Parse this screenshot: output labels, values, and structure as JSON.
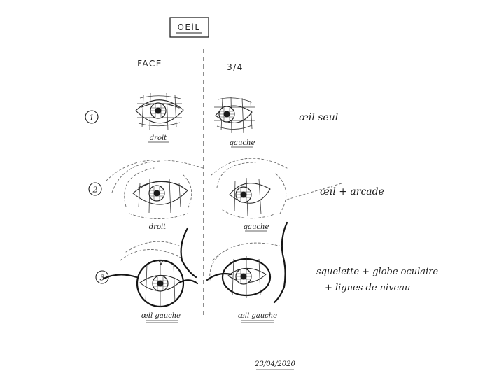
{
  "title": "OEiL",
  "columns": {
    "face": "FACE",
    "three_quarter": "3/4"
  },
  "rows": [
    {
      "number": "1",
      "face_caption": "droit",
      "side_caption": "gauche",
      "note": "œil seul"
    },
    {
      "number": "2",
      "face_caption": "droit",
      "side_caption": "gauche",
      "note": "œil + arcade"
    },
    {
      "number": "3",
      "face_caption": "œil gauche",
      "side_caption": "œil gauche",
      "note_line1": "squelette + globe oculaire",
      "note_line2": "+ lignes de niveau"
    }
  ],
  "date": "23/04/2020"
}
